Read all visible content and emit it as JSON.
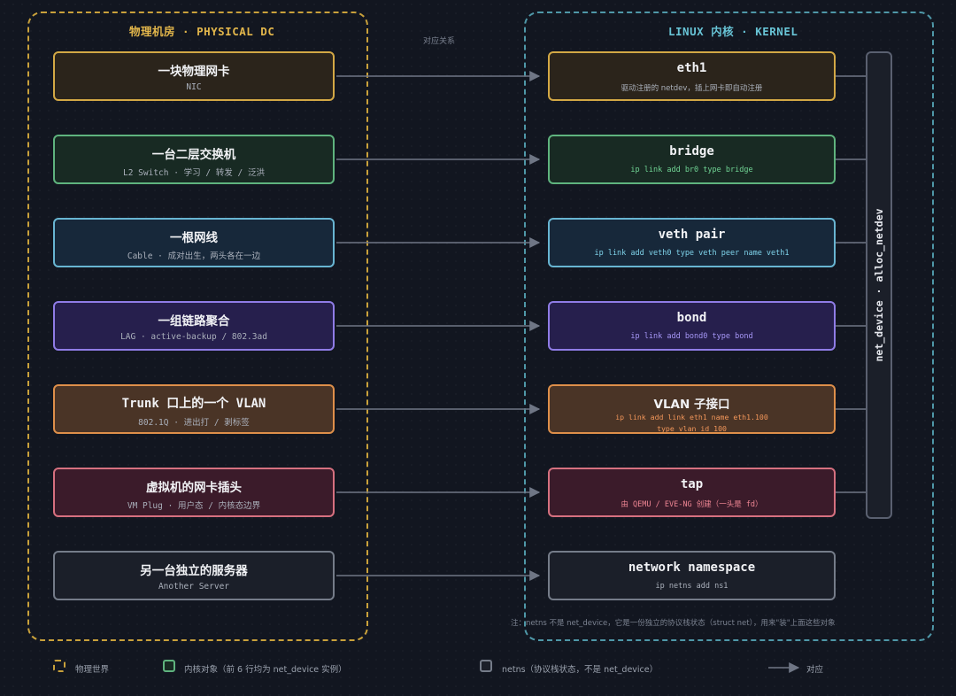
{
  "panels": {
    "physical_title": "物理机房 · PHYSICAL DC",
    "kernel_title": "LINUX 内核 · KERNEL",
    "mapping_label": "对应关系"
  },
  "rows": [
    {
      "physical_title": "一块物理网卡",
      "physical_sub": "NIC",
      "kernel_title": "eth1",
      "kernel_sub": "驱动注册的 netdev，插上网卡即自动注册"
    },
    {
      "physical_title": "一台二层交换机",
      "physical_sub": "L2 Switch · 学习 / 转发 / 泛洪",
      "kernel_title": "bridge",
      "kernel_sub": "ip link add br0 type bridge"
    },
    {
      "physical_title": "一根网线",
      "physical_sub": "Cable · 成对出生，两头各在一边",
      "kernel_title": "veth pair",
      "kernel_sub": "ip link add veth0 type veth peer name veth1"
    },
    {
      "physical_title": "一组链路聚合",
      "physical_sub": "LAG · active-backup / 802.3ad",
      "kernel_title": "bond",
      "kernel_sub": "ip link add bond0 type bond"
    },
    {
      "physical_title": "Trunk 口上的一个 VLAN",
      "physical_sub": "802.1Q · 进出打 / 剥标签",
      "kernel_title": "VLAN 子接口",
      "kernel_sub": "ip link add link eth1 name eth1.100",
      "kernel_sub2": "type vlan id 100"
    },
    {
      "physical_title": "虚拟机的网卡插头",
      "physical_sub": "VM Plug · 用户态 / 内核态边界",
      "kernel_title": "tap",
      "kernel_sub": "由 QEMU / EVE-NG 创建（一头是 fd）"
    },
    {
      "physical_title": "另一台独立的服务器",
      "physical_sub": "Another Server",
      "kernel_title": "network namespace",
      "kernel_sub": "ip netns add ns1"
    }
  ],
  "alloc_label": "net_device · alloc_netdev",
  "note": "注：netns 不是 net_device，它是一份独立的协议栈状态（struct net），用来\"装\"上面这些对象",
  "legend": {
    "physical": "物理世界",
    "kernel": "内核对象（前 6 行均为 net_device 实例）",
    "netns": "netns（协议栈状态，不是 net_device）",
    "mapping": "对应"
  },
  "colors": {
    "physical_border": "#c9a13b",
    "kernel_border": "#4f98a8",
    "arrow": "#6f7685",
    "nic": "#d3a845",
    "bridge": "#5fb37e",
    "veth": "#68b5d2",
    "bond": "#8f7ce6",
    "vlan": "#de8f4a",
    "tap": "#d6707f",
    "netns": "#757c89"
  }
}
